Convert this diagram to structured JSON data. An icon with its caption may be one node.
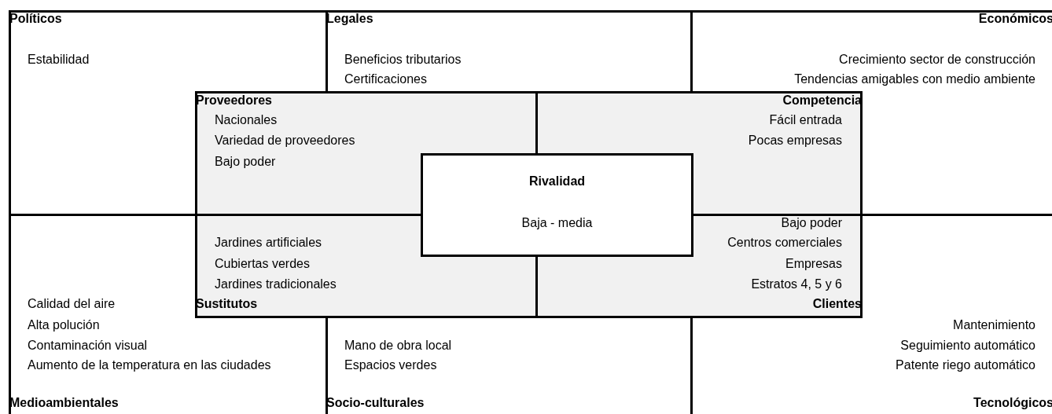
{
  "diagram": {
    "nodes": [
      {
        "text": [
          "Políticos",
          "Estabilidad"
        ]
      },
      {
        "text": [
          "Legales",
          "Beneficios tributarios",
          "Certificaciones"
        ]
      },
      {
        "text": [
          "Económicos",
          "Crecimiento sector de construcción",
          "Tendencias amigables con medio ambiente"
        ]
      },
      {
        "text": [
          "Calidad del aire",
          "Alta polución",
          "Contaminación visual",
          "Aumento de la temperatura en las ciudades",
          "Medioambientales"
        ]
      },
      {
        "text": [
          "Mano de obra local",
          "Espacios verdes",
          "Socio-culturales"
        ]
      },
      {
        "text": [
          "Mantenimiento",
          "Seguimiento automático",
          "Patente riego automático",
          "Tecnológicos"
        ]
      },
      {
        "text": [
          "Proveedores",
          "Nacionales",
          "Variedad de proveedores",
          "Bajo poder"
        ]
      },
      {
        "text": [
          "Competencia",
          "Fácil entrada",
          "Pocas empresas"
        ]
      },
      {
        "text": [
          "Jardines artificiales",
          "Cubiertas verdes",
          "Jardines tradicionales",
          "Sustitutos"
        ]
      },
      {
        "text": [
          "Bajo poder",
          "Centros comerciales",
          "Empresas",
          "Estratos 4, 5 y 6",
          "Clientes"
        ]
      },
      {
        "text": [
          "Rivalidad",
          "Baja - media"
        ]
      }
    ]
  }
}
